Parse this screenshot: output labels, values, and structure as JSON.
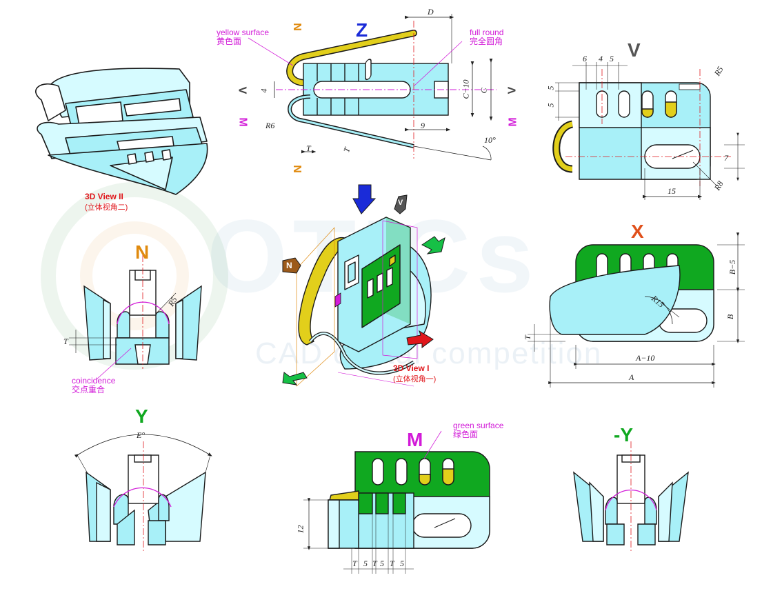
{
  "colors": {
    "cyan": "#a8f0f8",
    "cyan_light": "#d6fbff",
    "yellow": "#e2cf1b",
    "green": "#10a820",
    "magenta": "#d21bd8",
    "blue": "#1a2bd8",
    "orange": "#e08a0e",
    "red": "#e0161b",
    "outline": "#1a1a1a"
  },
  "watermark": {
    "logo_text": "OTICs",
    "sub_text": "CAD digital competition"
  },
  "views": {
    "z_label": "Z",
    "v_label": "V",
    "n_label": "N",
    "x_label": "X",
    "y_label": "Y",
    "m_label": "M",
    "neg_y_label": "-Y",
    "side_marks": {
      "n": "N",
      "v": "V",
      "m": "M"
    }
  },
  "captions": {
    "view_2_en": "3D View II",
    "view_2_cn": "(立体视角二)",
    "view_1_en": "3D View I",
    "view_1_cn": "(立体视角一)"
  },
  "notes": {
    "yellow_surface_en": "yellow surface",
    "yellow_surface_cn": "黄色面",
    "full_round_en": "full round",
    "full_round_cn": "完全圆角",
    "coincidence_en": "coincidence",
    "coincidence_cn": "交点重合",
    "green_surface_en": "green surface",
    "green_surface_cn": "绿色面"
  },
  "dimensions": {
    "z_D": "D",
    "z_4": "4",
    "z_R6": "R6",
    "z_C10": "C−10",
    "z_C": "C",
    "z_9": "9",
    "z_10deg": "10°",
    "z_T1": "T",
    "z_T2": "T",
    "v_6": "6",
    "v_4": "4",
    "v_5a": "5",
    "v_5b": "5",
    "v_5c": "5",
    "v_R5": "R5",
    "v_7": "7",
    "v_15": "15",
    "v_R8": "R8",
    "n_R5": "R5",
    "n_T": "T",
    "x_B5": "B−5",
    "x_B": "B",
    "x_R15": "R15",
    "x_T": "T",
    "x_A10": "A−10",
    "x_A": "A",
    "y_E": "E°",
    "m_12": "12",
    "m_bottom": [
      "T",
      "5",
      "T",
      "5",
      "T",
      "5"
    ]
  }
}
